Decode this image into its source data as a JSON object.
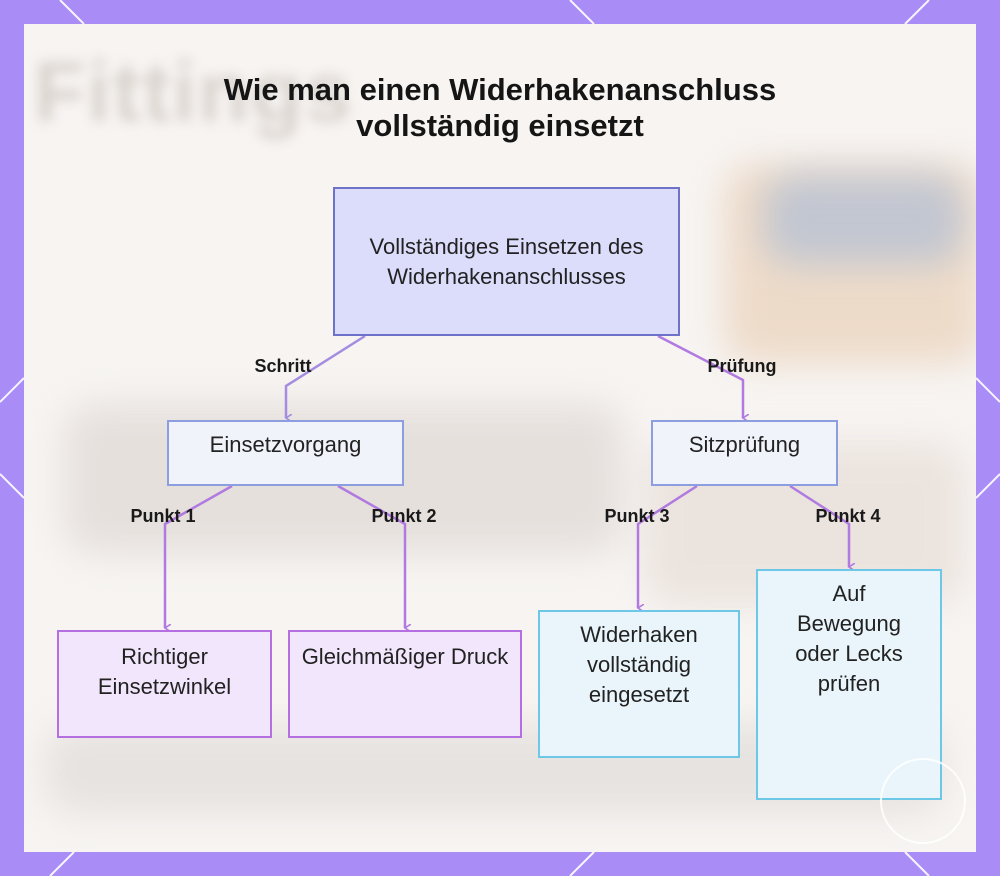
{
  "title_lines": [
    "Wie man einen Widerhakenanschluss",
    "vollständig einsetzt"
  ],
  "watermark": "Fittings",
  "nodes": {
    "root": "Vollständiges Einsetzen des Widerhakenanschlusses",
    "einsetzvorgang": "Einsetzvorgang",
    "sitzpruefung": "Sitzprüfung",
    "winkel": "Richtiger Einsetzwinkel",
    "druck": "Gleichmäßiger Druck",
    "widerhaken": "Widerhaken vollständig eingesetzt",
    "bewegung": "Auf Bewegung oder Lecks prüfen"
  },
  "edge_labels": {
    "schritt": "Schritt",
    "pruefung": "Prüfung",
    "punkt1": "Punkt 1",
    "punkt2": "Punkt 2",
    "punkt3": "Punkt 3",
    "punkt4": "Punkt 4"
  },
  "colors": {
    "frame": "#a98cf5",
    "root_fill": "#dcdcfb",
    "root_border": "#6e72c8",
    "mid_border": "#8c9de0",
    "leaf_violet_border": "#b66fe0",
    "leaf_cyan_border": "#6cc8e6",
    "edge_left": "#a48ce0",
    "edge_right": "#b07ae0"
  }
}
